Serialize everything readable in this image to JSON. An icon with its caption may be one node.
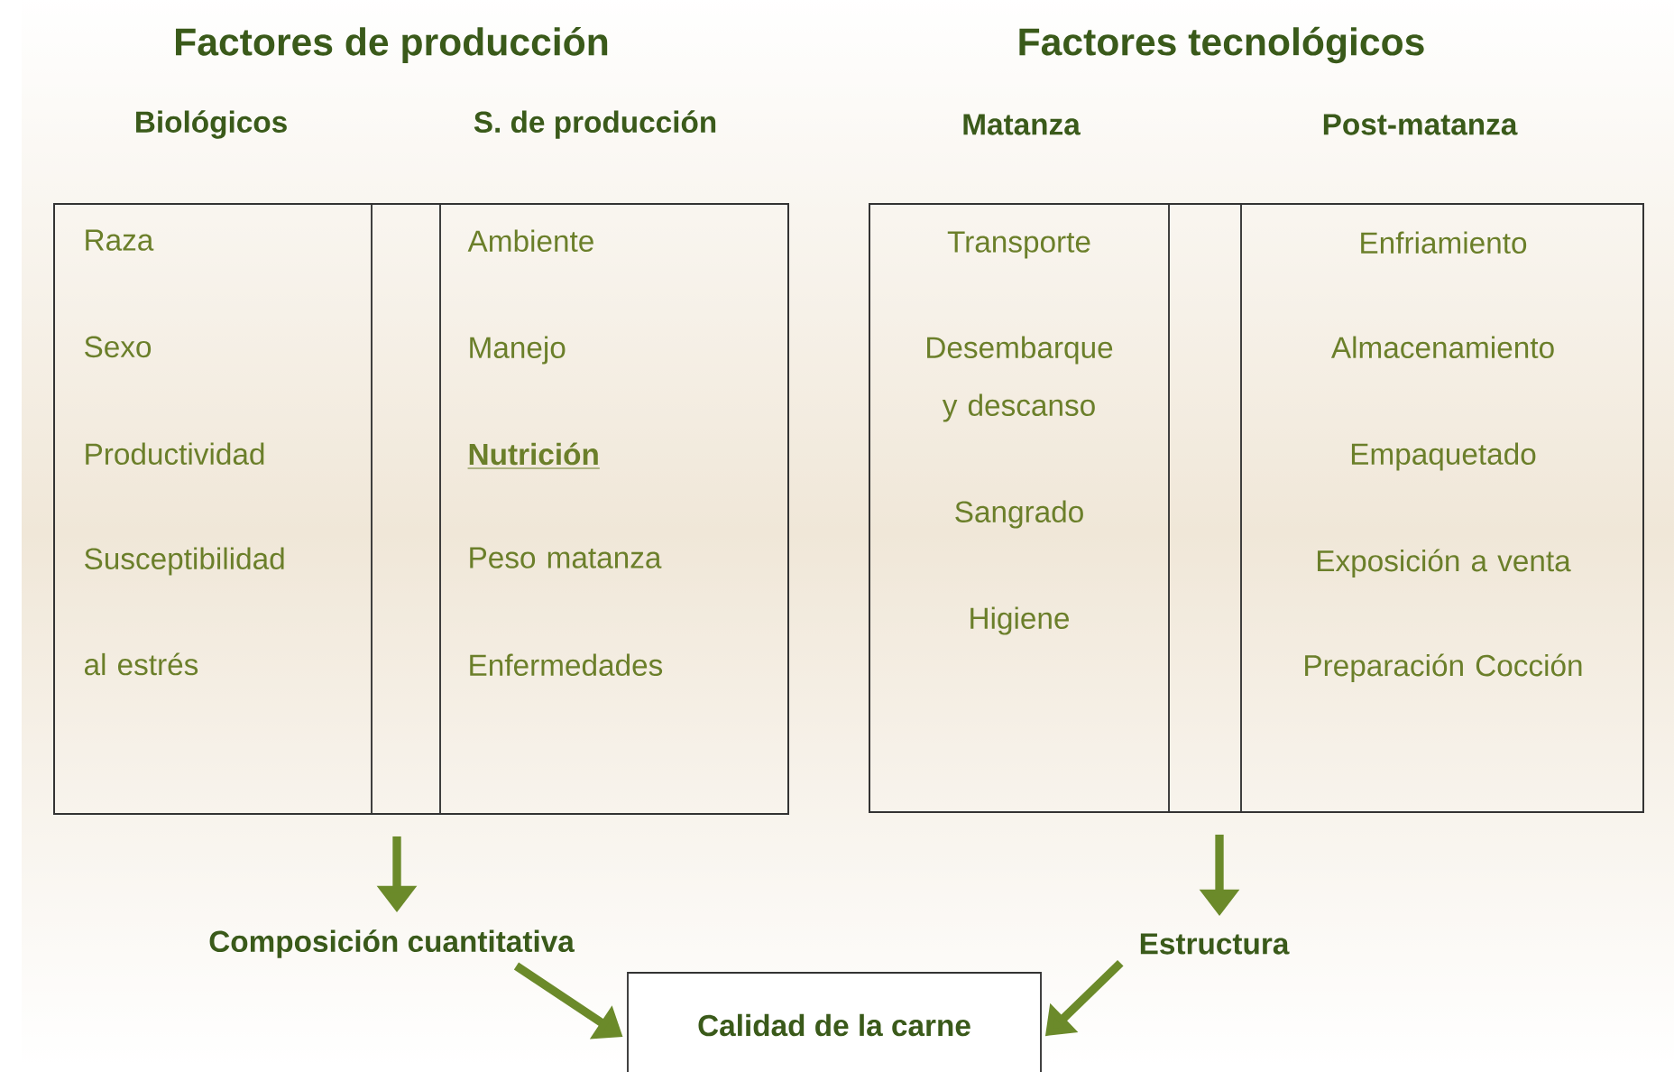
{
  "diagram": {
    "nodes": [
      {
        "text": [
          "Factores de producción"
        ]
      },
      {
        "text": [
          "Biológicos",
          "Raza",
          "Sexo",
          "Productividad",
          "Susceptibilidad al estrés"
        ],
        "in": 0
      },
      {
        "text": [
          "S. de producción",
          "Ambiente",
          "Manejo",
          "**Nutrición**",
          "Peso matanza",
          "Enfermedades"
        ],
        "in": 0
      },
      {
        "text": [
          "Factores tecnológicos"
        ]
      },
      {
        "text": [
          "Matanza",
          "Transporte",
          "Desembarque y descanso",
          "Sangrado",
          "Higiene"
        ],
        "in": 3
      },
      {
        "text": [
          "Post-matanza",
          "Enfriamiento",
          "Almacenamiento",
          "Empaquetado",
          "Exposición a venta",
          "Preparación Cocción"
        ],
        "in": 3
      },
      {
        "text": [
          "Composición cuantitativa"
        ]
      },
      {
        "text": [
          "Estructura"
        ]
      },
      {
        "text": [
          "Calidad de la carne"
        ]
      }
    ],
    "edges": [
      {
        "from": 0,
        "to": 6,
        "arrow": "to"
      },
      {
        "from": 3,
        "to": 7,
        "arrow": "to"
      },
      {
        "from": 6,
        "to": 8,
        "arrow": "to"
      },
      {
        "from": 7,
        "to": 8,
        "arrow": "to"
      }
    ]
  }
}
